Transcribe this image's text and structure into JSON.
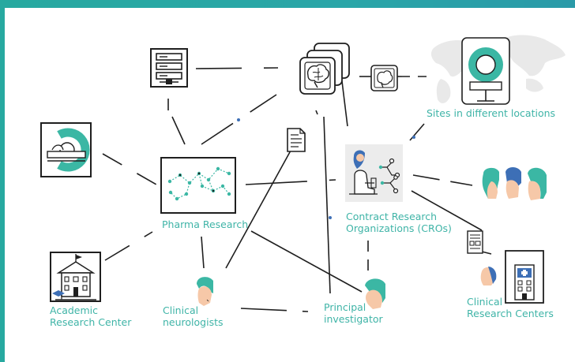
{
  "labels": {
    "pharma": "Pharma Research",
    "cro_line1": "Contract Research",
    "cro_line2": "Organizations (CROs)",
    "sites": "Sites in different locations",
    "academic_line1": "Academic",
    "academic_line2": "Research Center",
    "neuro_line1": "Clinical",
    "neuro_line2": "neurologists",
    "pi_line1": "Principal",
    "pi_line2": "investigator",
    "crc_line1": "Clinical",
    "crc_line2": "Research Centers"
  },
  "colors": {
    "accent": "#3fb4a7",
    "line": "#1f1f1f",
    "frame": "#27a9a0",
    "hair": "#3bb7a4",
    "hair_blue": "#3d6fb6",
    "skin": "#f6c8a8"
  },
  "icons": [
    "server-icon",
    "brain-scan-stack-icon",
    "brain-scan-icon",
    "mri-scanner-icon",
    "world-map-icon",
    "pet-scanner-icon",
    "molecule-network-icon",
    "document-icon",
    "researcher-icon",
    "patient-heads-icon",
    "report-icon",
    "hospital-icon",
    "university-building-icon",
    "person-icon"
  ]
}
